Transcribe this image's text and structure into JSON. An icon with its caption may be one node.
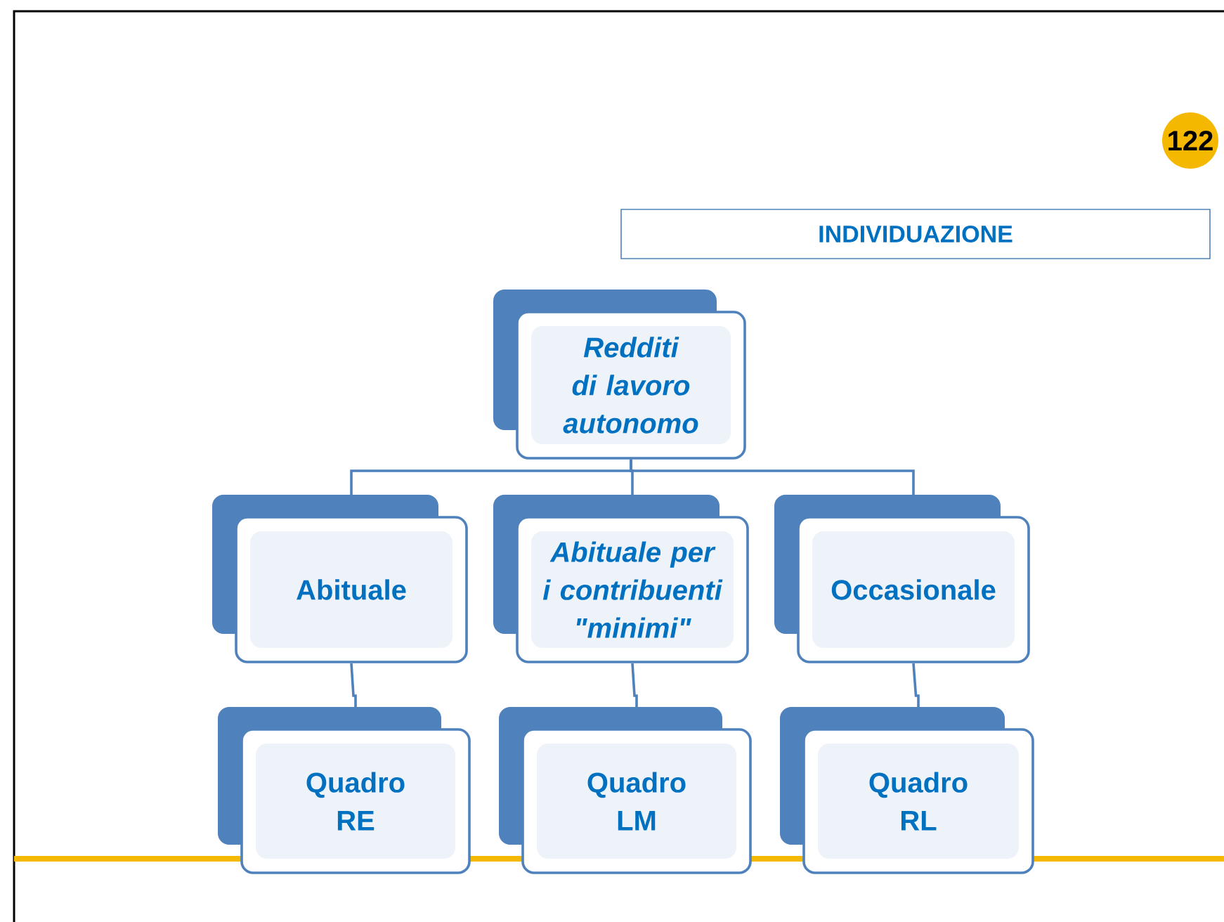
{
  "diagram": {
    "nodes": [
      {
        "text": [
          "122"
        ]
      },
      {
        "text": [
          "INDIVIDUAZIONE"
        ]
      },
      {
        "text": [
          "Redditi di lavoro autonomo"
        ]
      },
      {
        "text": [
          "Abituale"
        ]
      },
      {
        "text": [
          "Abituale per i contribuenti \"minimi\""
        ]
      },
      {
        "text": [
          "Occasionale"
        ]
      },
      {
        "text": [
          "Quadro RE"
        ]
      },
      {
        "text": [
          "Quadro LM"
        ]
      },
      {
        "text": [
          "Quadro RL"
        ]
      }
    ],
    "edges": [
      {
        "from": 2,
        "to": 3,
        "arrow": "none"
      },
      {
        "from": 2,
        "to": 4,
        "arrow": "none"
      },
      {
        "from": 2,
        "to": 5,
        "arrow": "none"
      },
      {
        "from": 3,
        "to": 6,
        "arrow": "none"
      },
      {
        "from": 4,
        "to": 7,
        "arrow": "none"
      },
      {
        "from": 5,
        "to": 8,
        "arrow": "none"
      }
    ]
  }
}
